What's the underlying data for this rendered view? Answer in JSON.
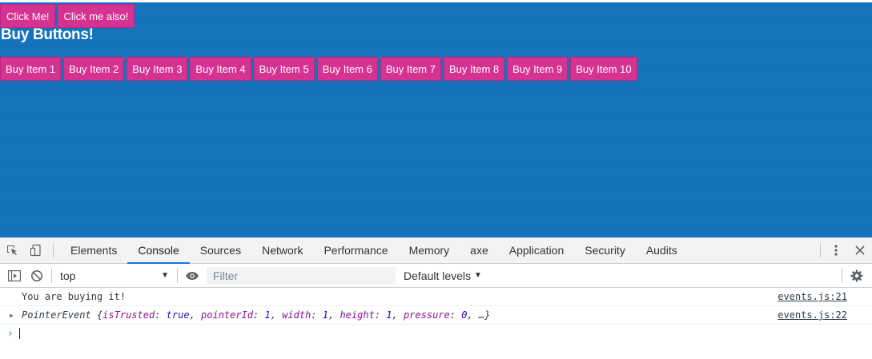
{
  "page": {
    "top_buttons": [
      "Click Me!",
      "Click me also!"
    ],
    "heading": "Buy Buttons!",
    "buy_buttons": [
      "Buy Item 1",
      "Buy Item 2",
      "Buy Item 3",
      "Buy Item 4",
      "Buy Item 5",
      "Buy Item 6",
      "Buy Item 7",
      "Buy Item 8",
      "Buy Item 9",
      "Buy Item 10"
    ],
    "colors": {
      "background": "#1372bc",
      "button": "#d63291",
      "button_text": "#ffffff"
    }
  },
  "devtools": {
    "tabs": [
      "Elements",
      "Console",
      "Sources",
      "Network",
      "Performance",
      "Memory",
      "axe",
      "Application",
      "Security",
      "Audits"
    ],
    "active_tab": "Console",
    "left_icons": [
      "inspect-element-icon",
      "device-toolbar-icon"
    ],
    "right_icons": [
      "more-vertical-icon",
      "close-icon"
    ],
    "console_toolbar": {
      "context": "top",
      "filter_placeholder": "Filter",
      "levels": "Default levels",
      "icons": [
        "sidebar-toggle-icon",
        "clear-console-icon",
        "eye-icon",
        "settings-gear-icon"
      ]
    },
    "logs": [
      {
        "message": "You are buying it!",
        "source": "events.js:21"
      },
      {
        "object_name": "PointerEvent",
        "brace_open": "{",
        "props": [
          {
            "key": "isTrusted",
            "value": "true"
          },
          {
            "key": "pointerId",
            "value": "1"
          },
          {
            "key": "width",
            "value": "1"
          },
          {
            "key": "height",
            "value": "1"
          },
          {
            "key": "pressure",
            "value": "0"
          }
        ],
        "ellipsis": "…}",
        "source": "events.js:22"
      }
    ],
    "prompt_symbol": "›"
  }
}
